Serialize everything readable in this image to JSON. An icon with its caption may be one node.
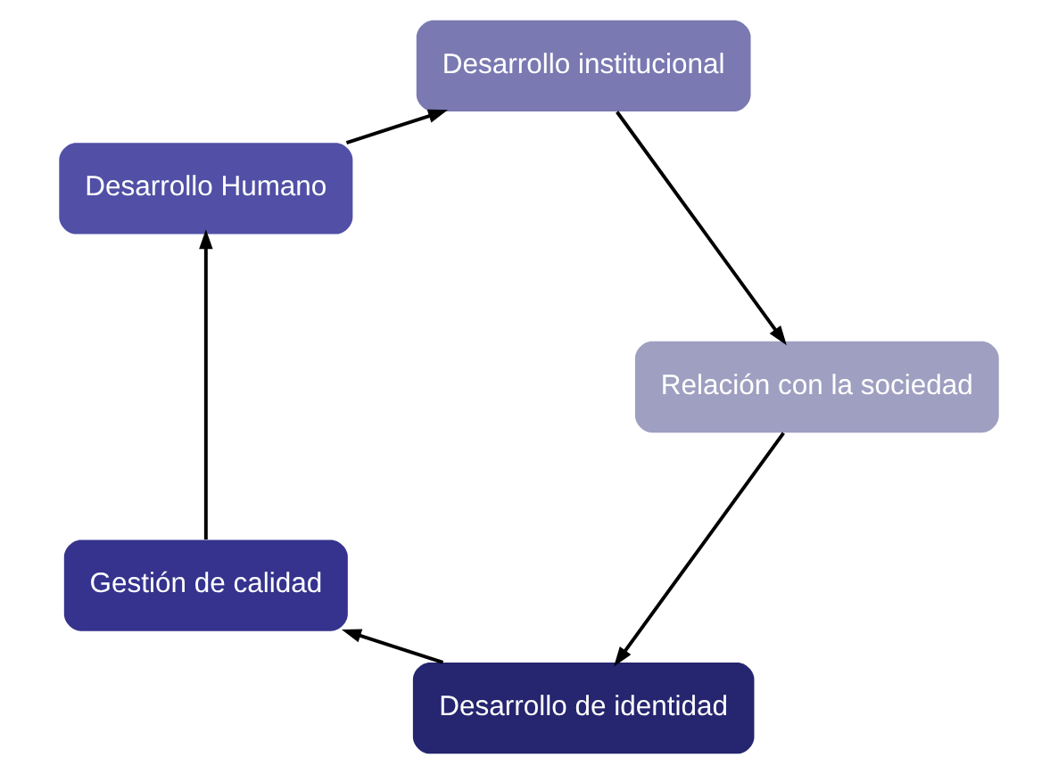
{
  "diagram": {
    "nodes": [
      {
        "text": [
          "Desarrollo de identidad"
        ]
      },
      {
        "text": [
          "Gestión de calidad"
        ]
      },
      {
        "text": [
          "Desarrollo Humano"
        ]
      },
      {
        "text": [
          "Desarrollo institucional"
        ]
      },
      {
        "text": [
          "Relación con la sociedad"
        ]
      }
    ],
    "edges": [
      {
        "from": 0,
        "to": 1,
        "arrow": "to"
      },
      {
        "from": 1,
        "to": 2,
        "arrow": "to"
      },
      {
        "from": 2,
        "to": 3,
        "arrow": "to"
      },
      {
        "from": 3,
        "to": 4,
        "arrow": "to"
      },
      {
        "from": 4,
        "to": 0,
        "arrow": "to"
      }
    ]
  }
}
